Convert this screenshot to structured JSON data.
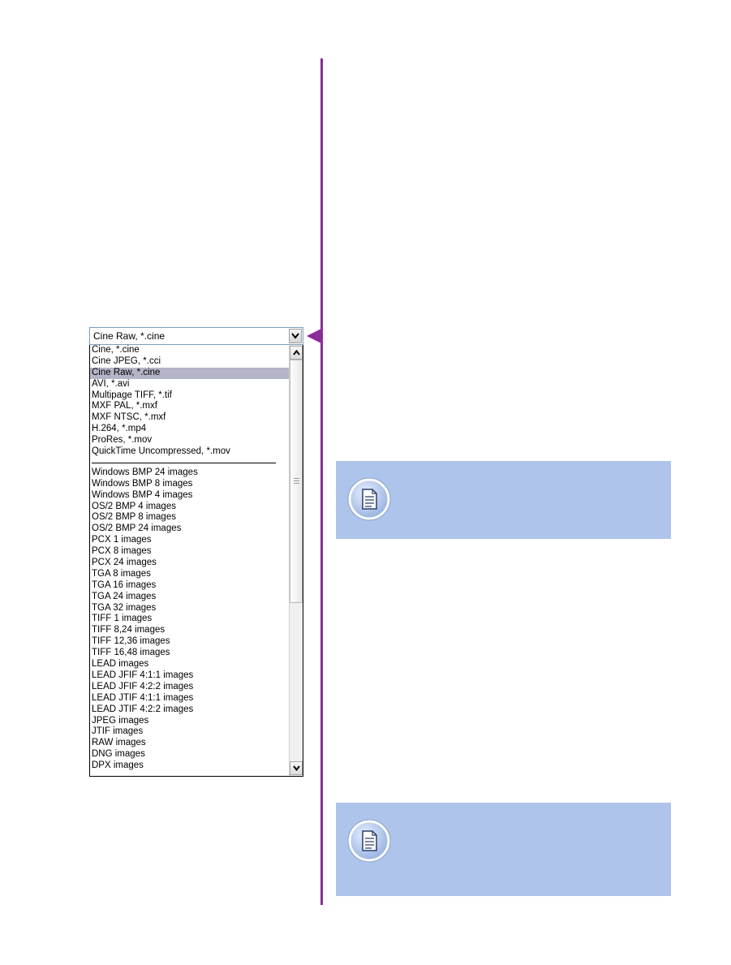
{
  "dropdown": {
    "selected": "Cine Raw, *.cine",
    "options_group1": [
      "Cine, *.cine",
      "Cine JPEG, *.cci",
      "Cine Raw, *.cine",
      "AVI, *.avi",
      "Multipage TIFF, *.tif",
      "MXF PAL, *.mxf",
      "MXF NTSC, *.mxf",
      "H.264, *.mp4",
      "ProRes, *.mov",
      "QuickTime Uncompressed, *.mov"
    ],
    "options_group2": [
      "Windows BMP 24 images",
      "Windows BMP 8 images",
      "Windows BMP 4 images",
      "OS/2 BMP 4 images",
      "OS/2 BMP 8 images",
      "OS/2 BMP 24 images",
      "PCX 1 images",
      "PCX 8 images",
      "PCX 24 images",
      "TGA 8 images",
      "TGA 16 images",
      "TGA 24 images",
      "TGA 32 images",
      "TIFF 1 images",
      "TIFF 8,24 images",
      "TIFF 12,36 images",
      "TIFF 16,48 images",
      "LEAD images",
      "LEAD JFIF 4:1:1 images",
      "LEAD JFIF 4:2:2 images",
      "LEAD JTIF 4:1:1 images",
      "LEAD JTIF 4:2:2 images",
      "JPEG images",
      "JTIF images",
      "RAW images",
      "DNG images",
      "DPX images"
    ]
  },
  "colors": {
    "divider": "#8b2a9a",
    "note_background": "#afc4ea",
    "selection": "#b4b4c8"
  },
  "icons": {
    "combo_button": "chevron-down-icon",
    "scroll_up": "chevron-up-icon",
    "scroll_down": "chevron-down-icon",
    "note": "document-note-icon"
  }
}
